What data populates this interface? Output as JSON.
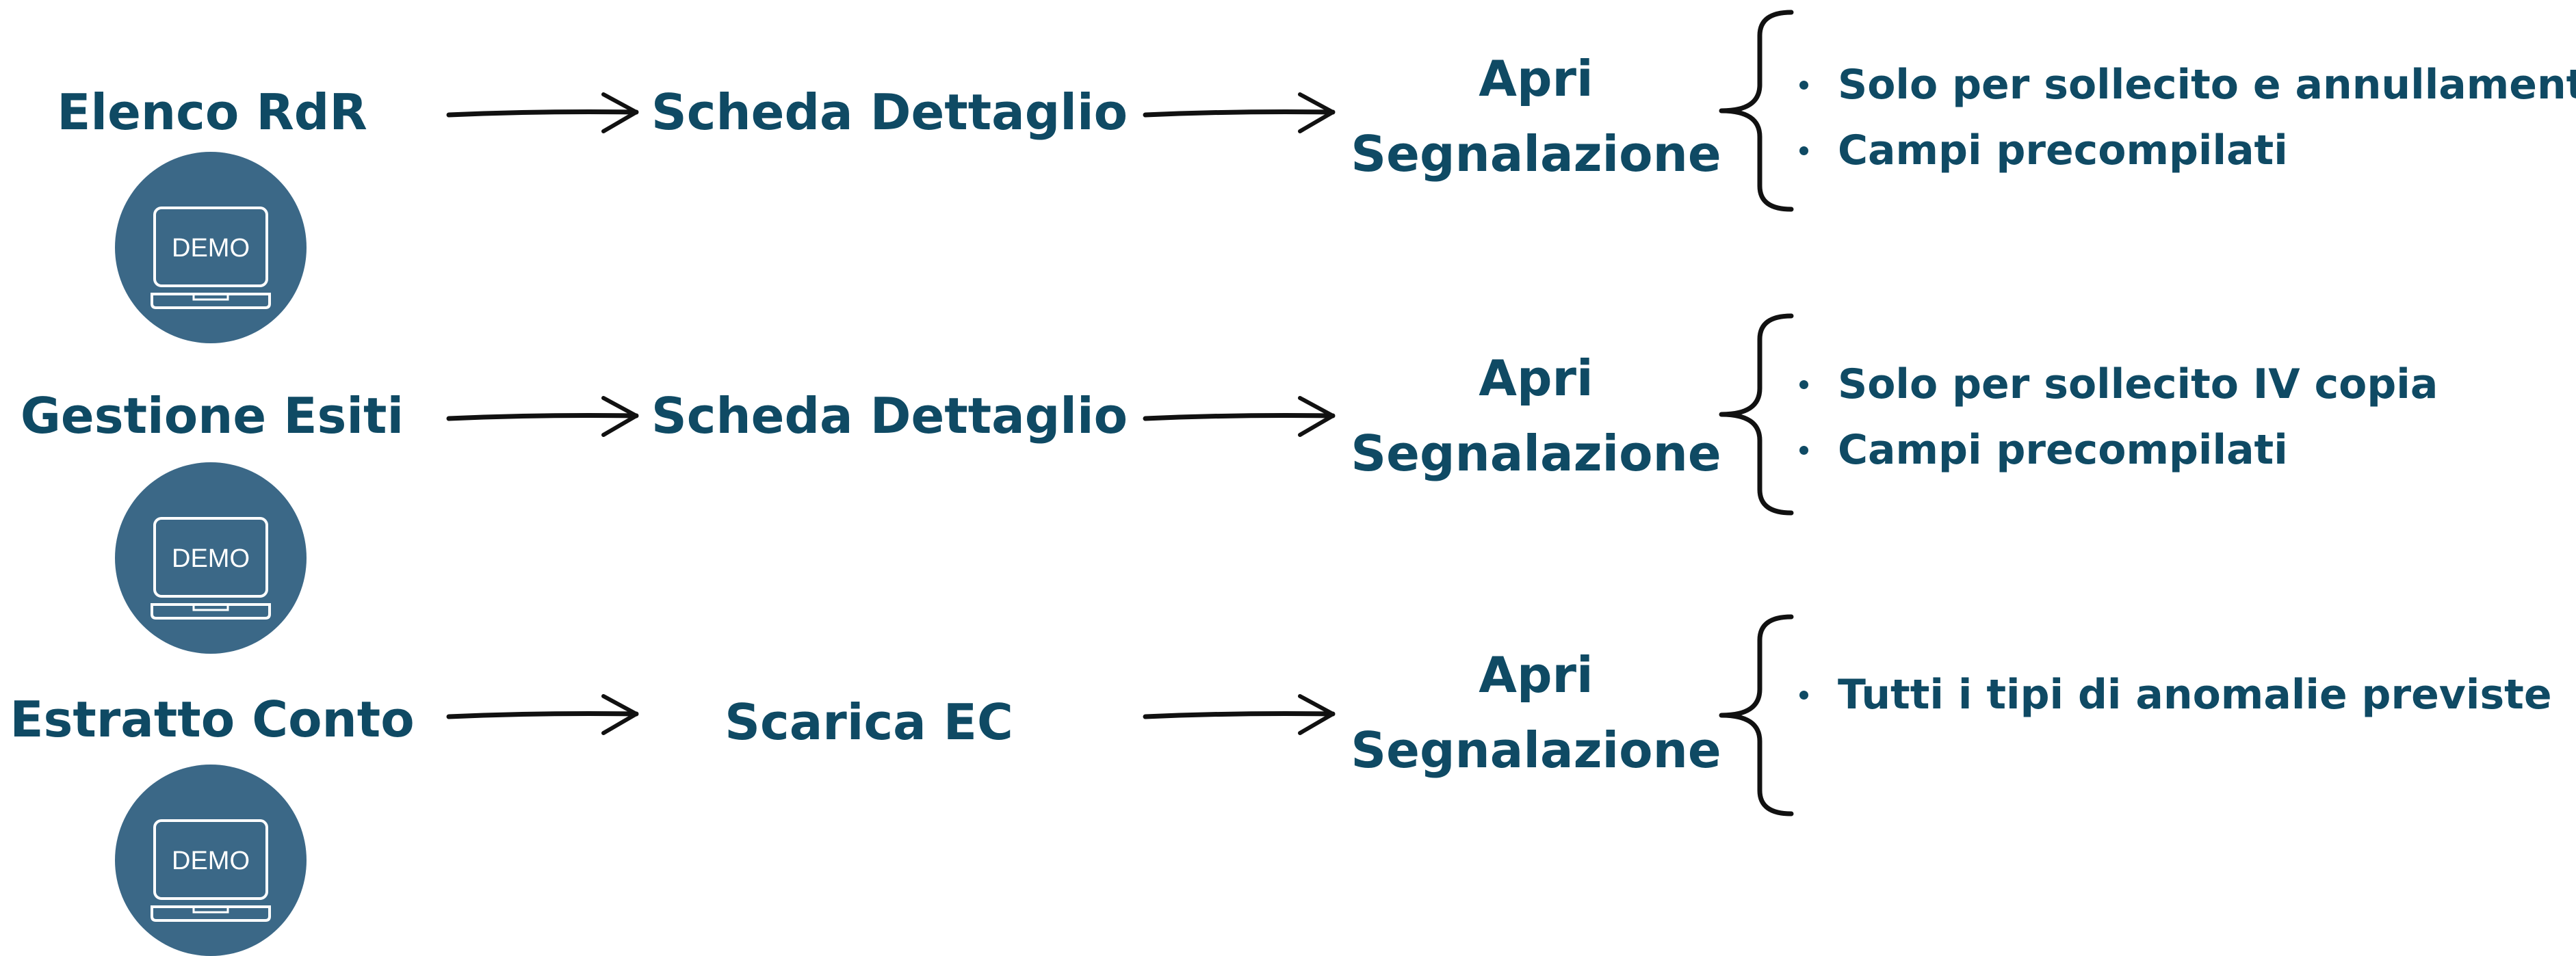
{
  "colors": {
    "text": "#0f4a64",
    "badge_fill": "#3b6887",
    "badge_line": "#ffffff",
    "arrow": "#111111"
  },
  "rows": [
    {
      "source": "Elenco RdR",
      "badge_icon": "demo-laptop-icon",
      "badge_text": "DEMO",
      "step": "Scheda Dettaglio",
      "action_line1": "Apri",
      "action_line2": "Segnalazione",
      "notes": [
        "Solo per sollecito e annullamenti",
        "Campi precompilati"
      ]
    },
    {
      "source": "Gestione Esiti",
      "badge_icon": "demo-laptop-icon",
      "badge_text": "DEMO",
      "step": "Scheda Dettaglio",
      "action_line1": "Apri",
      "action_line2": "Segnalazione",
      "notes": [
        "Solo per sollecito IV copia",
        "Campi precompilati"
      ]
    },
    {
      "source": "Estratto Conto",
      "badge_icon": "demo-laptop-icon",
      "badge_text": "DEMO",
      "step": "Scarica EC",
      "action_line1": "Apri",
      "action_line2": "Segnalazione",
      "notes": [
        "Tutti i tipi di anomalie previste"
      ]
    }
  ]
}
